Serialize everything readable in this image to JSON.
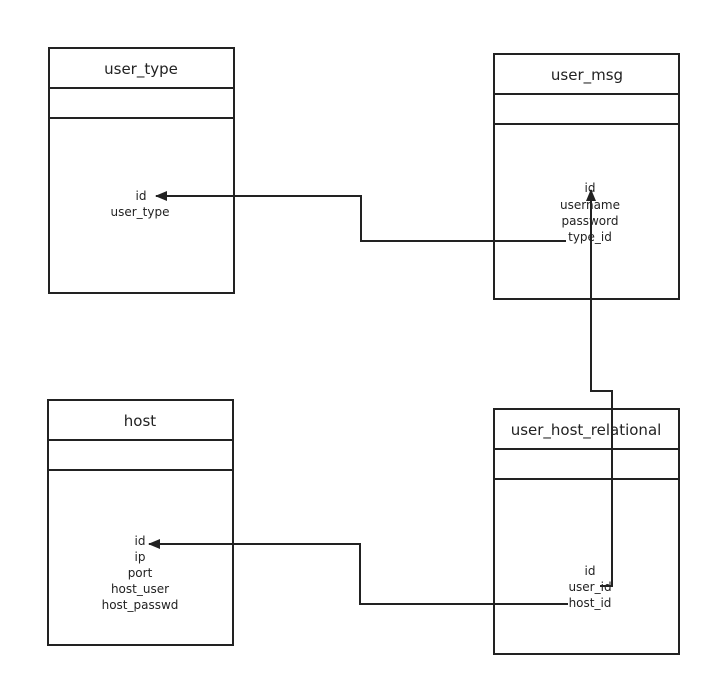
{
  "diagram": {
    "tables": {
      "user_type": {
        "title": "user_type",
        "fields": [
          "id",
          "user_type"
        ]
      },
      "user_msg": {
        "title": "user_msg",
        "fields": [
          "id",
          "username",
          "password",
          "type_id"
        ]
      },
      "host": {
        "title": "host",
        "fields": [
          "id",
          "ip",
          "port",
          "host_user",
          "host_passwd"
        ]
      },
      "user_host_relational": {
        "title": "user_host_relational",
        "fields": [
          "id",
          "user_id",
          "host_id"
        ]
      }
    },
    "relations": [
      {
        "from": "user_msg.type_id",
        "to": "user_type.id"
      },
      {
        "from": "user_host_relational.user_id",
        "to": "user_msg.id"
      },
      {
        "from": "user_host_relational.host_id",
        "to": "host.id"
      }
    ],
    "line_color": "#222222"
  }
}
